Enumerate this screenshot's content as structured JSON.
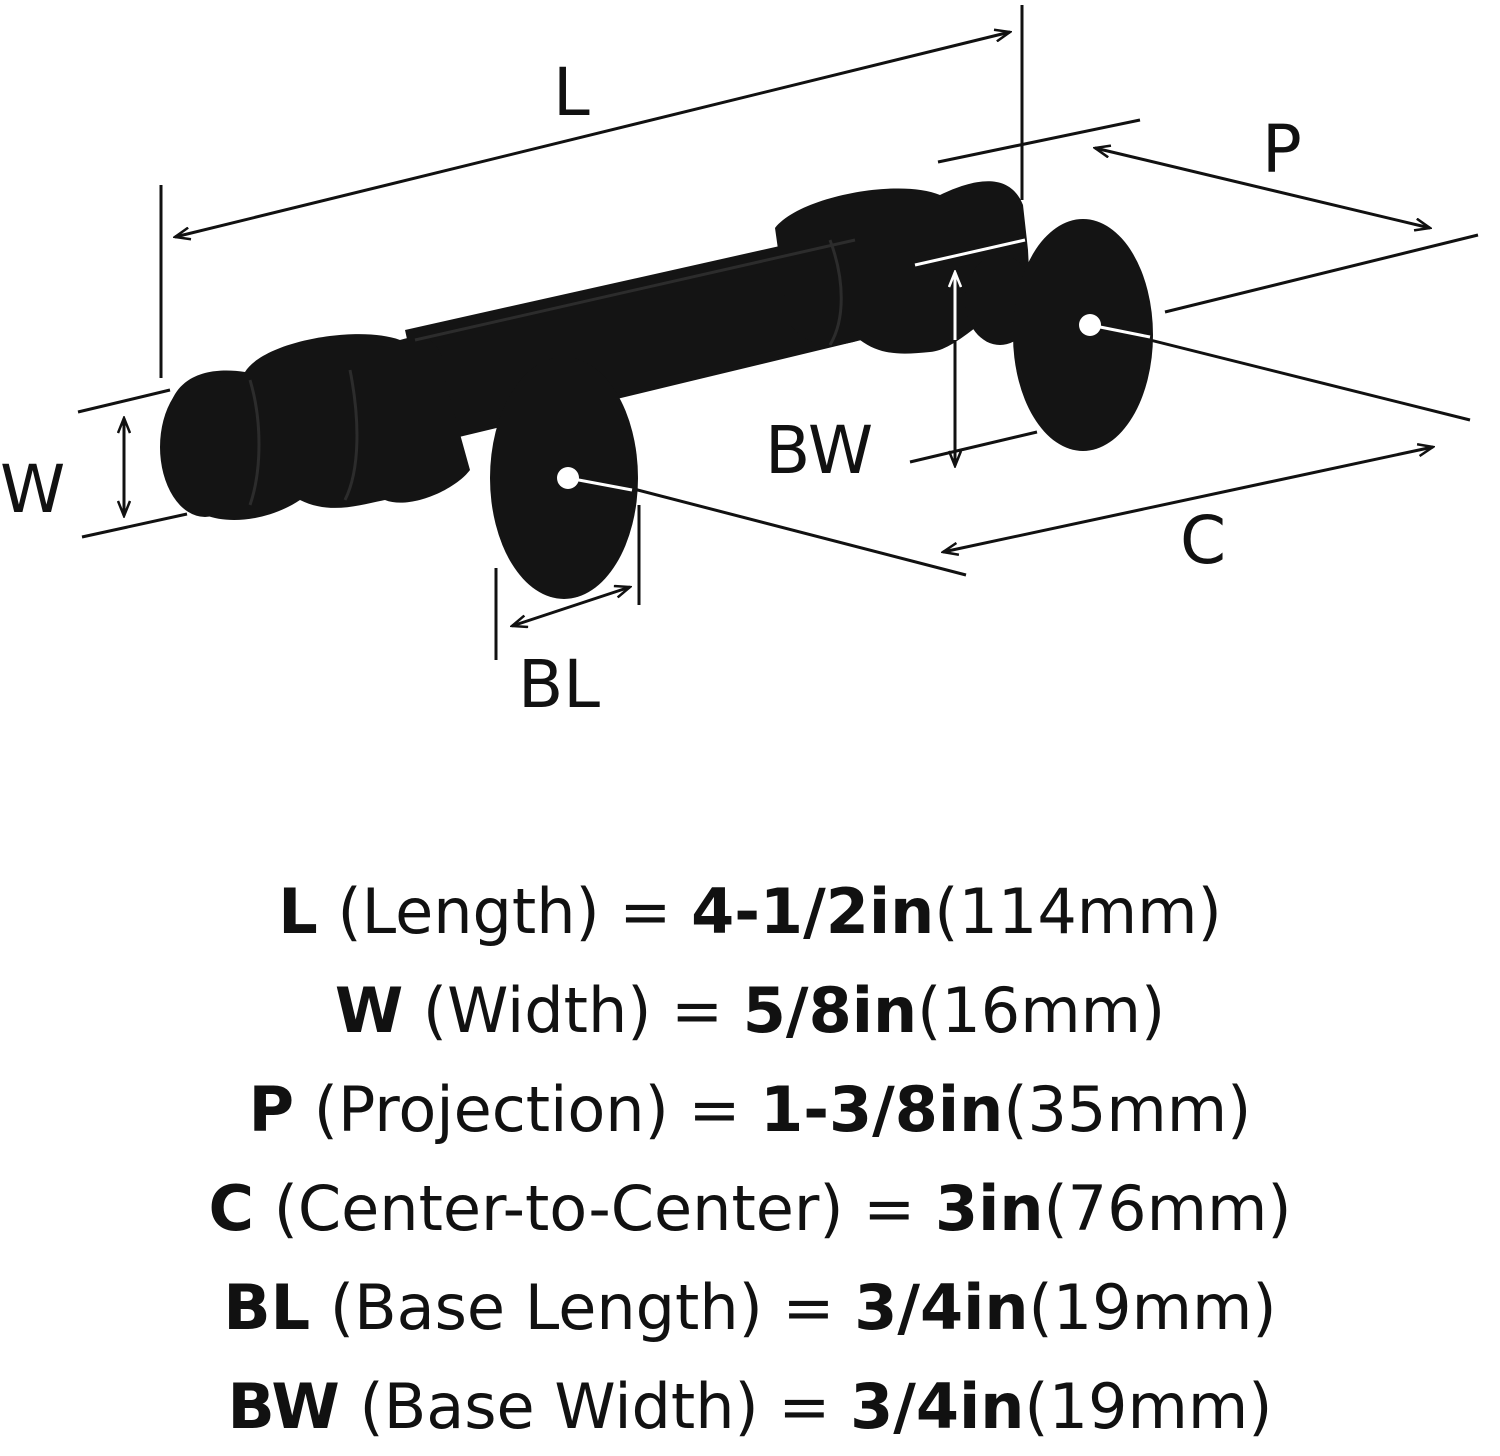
{
  "diagram": {
    "labels": {
      "L": "L",
      "P": "P",
      "W": "W",
      "BW": "BW",
      "C": "C",
      "BL": "BL"
    },
    "colors": {
      "product": "#141414",
      "lines": "#111111",
      "background": "#ffffff"
    }
  },
  "specs": [
    {
      "symbol": "L",
      "name": "(Length) = ",
      "imperial": "4-1/2in",
      "metric": "(114mm)"
    },
    {
      "symbol": "W",
      "name": "(Width) = ",
      "imperial": "5/8in",
      "metric": "(16mm)"
    },
    {
      "symbol": "P",
      "name": "(Projection) = ",
      "imperial": "1-3/8in",
      "metric": "(35mm)"
    },
    {
      "symbol": "C",
      "name": "(Center-to-Center) = ",
      "imperial": "3in",
      "metric": "(76mm)"
    },
    {
      "symbol": "BL",
      "name": "(Base Length) = ",
      "imperial": "3/4in",
      "metric": "(19mm)"
    },
    {
      "symbol": "BW",
      "name": "(Base Width) = ",
      "imperial": "3/4in",
      "metric": "(19mm)"
    }
  ]
}
